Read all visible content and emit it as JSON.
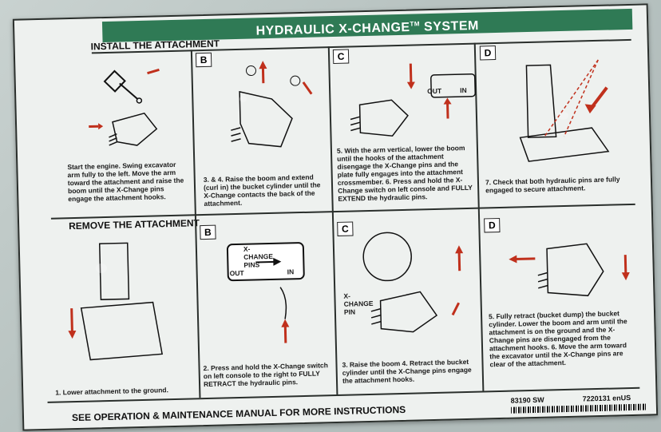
{
  "title": "HYDRAULIC X-CHANGE",
  "title_tm": "TM",
  "title_suffix": " SYSTEM",
  "section_install": "INSTALL THE ATTACHMENT",
  "section_remove": "REMOVE THE ATTACHMENT",
  "install": {
    "a_caption": "Start the engine. Swing excavator arm fully to the left. Move the arm toward the attachment and raise the boom until the X-Change pins engage the attachment hooks.",
    "b_letter": "B",
    "b_caption": "3. & 4. Raise the boom and extend (curl in) the bucket cylinder until the X-Change contacts the back of the attachment.",
    "c_letter": "C",
    "c_caption": "5. With the arm vertical, lower the boom until the hooks of the attachment disengage the X-Change pins and the plate fully engages into the attachment crossmember. 6. Press and hold the X-Change switch on left console and FULLY EXTEND the hydraulic pins.",
    "c_switch_out": "OUT",
    "c_switch_in": "IN",
    "d_letter": "D",
    "d_caption": "7. Check that both hydraulic pins are fully engaged to secure attachment."
  },
  "remove": {
    "a_caption": "1. Lower attachment to the ground.",
    "b_letter": "B",
    "b_switch_title": "X-CHANGE PINS",
    "b_switch_out": "OUT",
    "b_switch_in": "IN",
    "b_caption": "2. Press and hold the X-Change switch on left console to the right to FULLY RETRACT the hydraulic pins.",
    "c_letter": "C",
    "c_pin_label": "X-CHANGE PIN",
    "c_caption": "3. Raise the boom 4. Retract the bucket cylinder until the X-Change pins engage the attachment hooks.",
    "d_letter": "D",
    "d_caption": "5. Fully retract (bucket dump) the bucket cylinder. Lower the boom and arm until the attachment is on the ground and the X-Change pins are disengaged from the attachment hooks. 6. Move the arm toward the excavator until the X-Change pins are clear of the attachment."
  },
  "footer": "SEE OPERATION & MAINTENANCE MANUAL FOR MORE INSTRUCTIONS",
  "code_left": "83190 SW",
  "code_right": "7220131 enUS",
  "step_numbers": [
    "1",
    "2",
    "3",
    "4",
    "5",
    "6",
    "7"
  ]
}
